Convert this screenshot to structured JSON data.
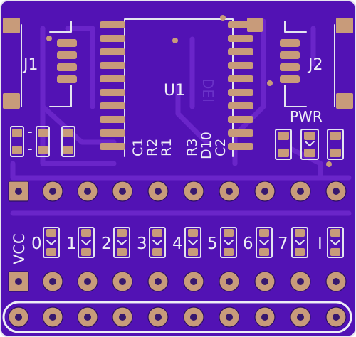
{
  "board": {
    "colors": {
      "board": "#5212b4",
      "edge": "#e6e6ef",
      "copper": "#c89b7a",
      "silkscreen": "#eeeef6",
      "trace": "#6a25c9"
    }
  },
  "labels": {
    "j1": "J1",
    "j2": "J2",
    "u1": "U1",
    "pwr": "PWR",
    "ghost": "DEI",
    "vcc": "VCC",
    "c1": "C1",
    "r2": "R2",
    "r1": "R1",
    "r3": "R3",
    "d10": "D10",
    "c2": "C2",
    "channels": [
      "0",
      "1",
      "2",
      "3",
      "4",
      "5",
      "6",
      "7",
      "I"
    ]
  }
}
